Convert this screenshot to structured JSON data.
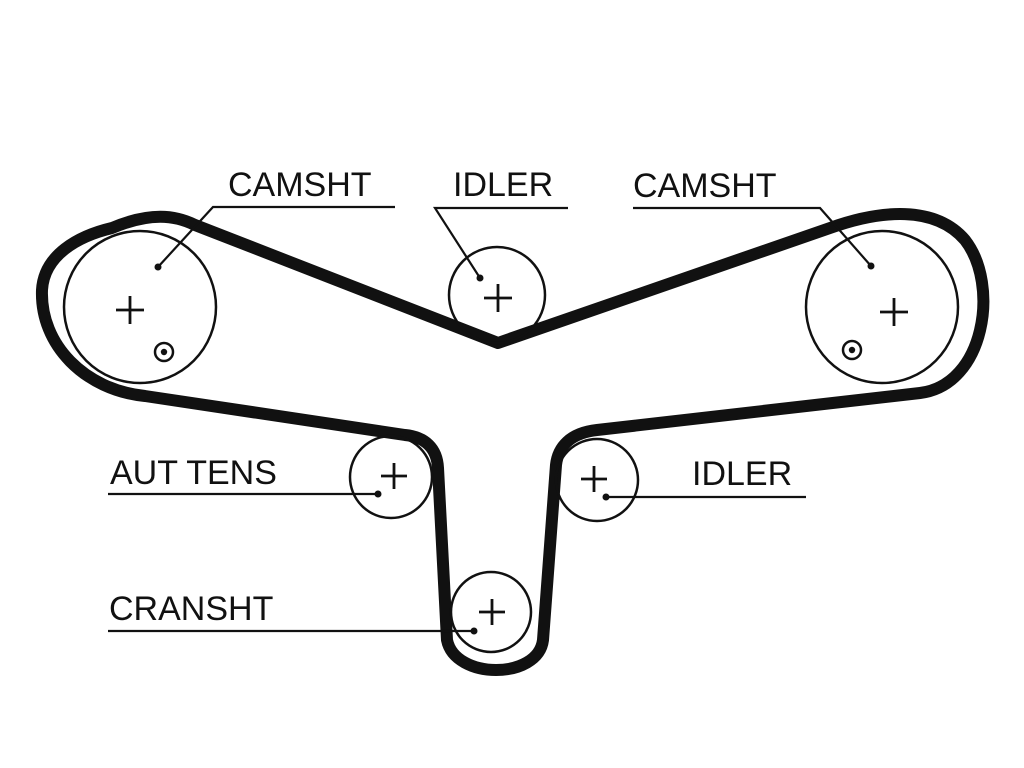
{
  "labels": {
    "camshaft_left": "CAMSHT",
    "idler_top": "IDLER",
    "camshaft_right": "CAMSHT",
    "auto_tensioner": "AUT TENS",
    "idler_right": "IDLER",
    "crankshaft": "CRANSHT"
  },
  "colors": {
    "ink": "#111111",
    "background": "#ffffff"
  }
}
